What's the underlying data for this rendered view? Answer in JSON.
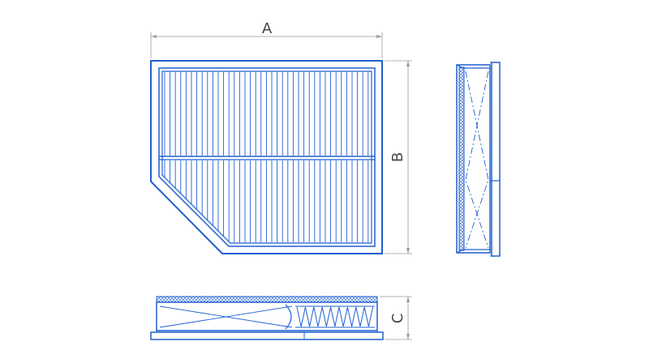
{
  "dimensions": {
    "a": "A",
    "b": "B",
    "c": "C"
  },
  "colors": {
    "outline": "#1f5fd1",
    "dimension_line": "#9a9a9a",
    "dimension_text": "#444444"
  }
}
